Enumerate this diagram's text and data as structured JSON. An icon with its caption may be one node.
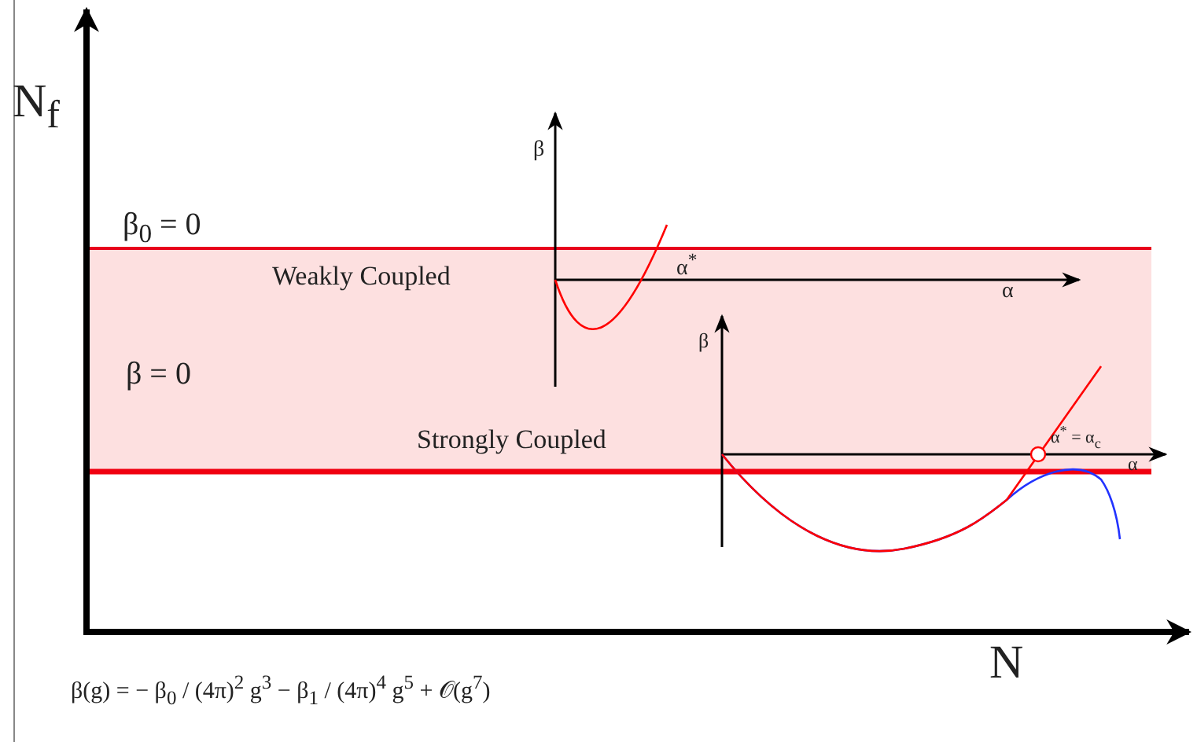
{
  "diagram": {
    "labels": [
      "N$_{f}$",
      "β",
      "β$_{0}$ = 0",
      "α$^{*}$",
      "Weakly Coupled",
      "α",
      "β",
      "β = 0",
      "Strongly Coupled",
      "α$^{*}$ = α$_{c}$",
      "α",
      "N",
      "β(g) = − β$_{0}$ / (4π)$^{2}$ g$^{3}$ − β$_{1}$ / (4π)$^{4}$ g$^{5}$ + 𝒪(g$^{7}$)"
    ]
  }
}
